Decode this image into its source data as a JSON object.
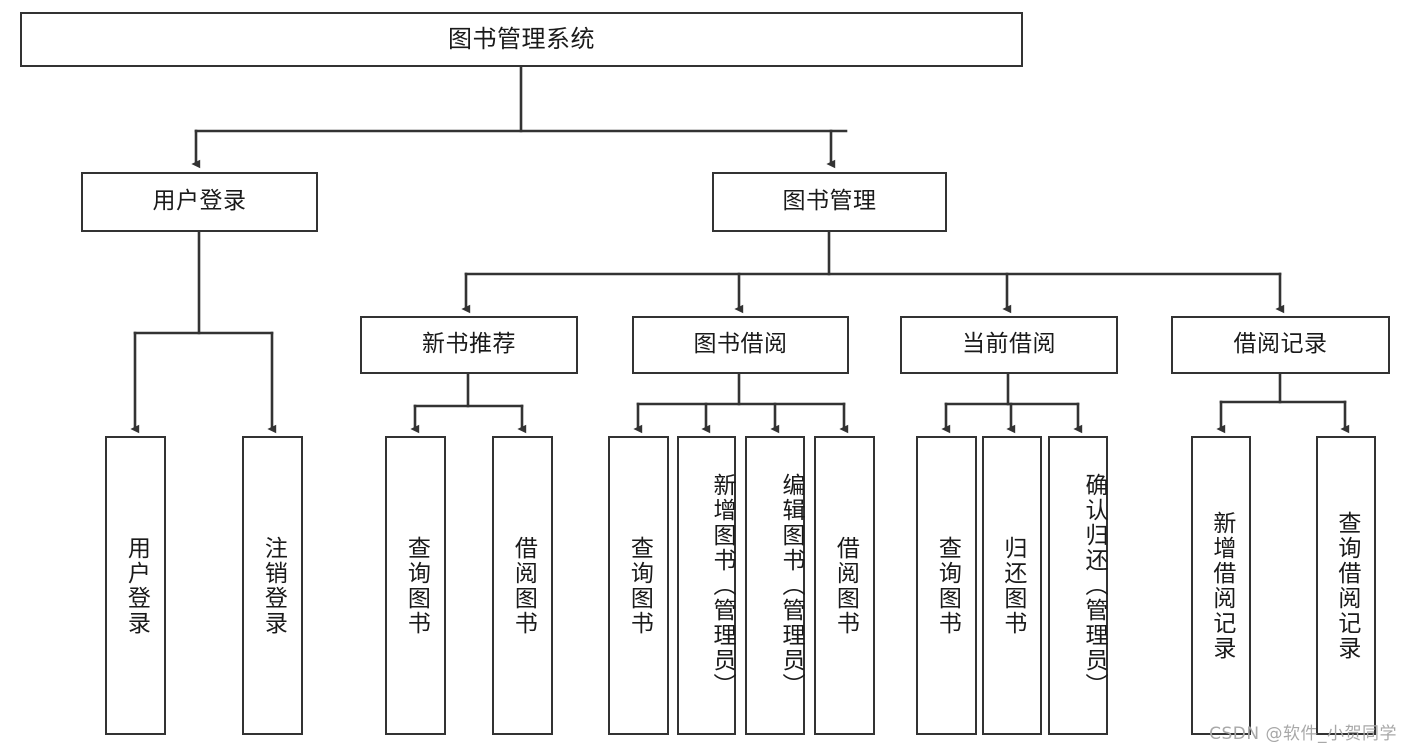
{
  "diagram": {
    "type": "tree-hierarchy-chart",
    "title": "图书管理系统",
    "orientation": "top-down",
    "edge_style": "orthogonal-with-arrowheads",
    "colors": {
      "background": "#ffffff",
      "node_fill": "#ffffff",
      "node_stroke": "#333333",
      "edge_stroke": "#333333",
      "text": "#1a1a1a",
      "watermark": "#a8a8a8"
    }
  },
  "nodes": {
    "root": {
      "id": "root",
      "label": "图书管理系统",
      "level": 0,
      "text_direction": "horizontal"
    },
    "level1": [
      {
        "id": "user-login",
        "label": "用户登录",
        "level": 1,
        "text_direction": "horizontal"
      },
      {
        "id": "book-management",
        "label": "图书管理",
        "level": 1,
        "text_direction": "horizontal"
      }
    ],
    "level2": [
      {
        "id": "new-book-recommend",
        "label": "新书推荐",
        "level": 2,
        "parent": "book-management",
        "text_direction": "horizontal"
      },
      {
        "id": "book-borrow",
        "label": "图书借阅",
        "level": 2,
        "parent": "book-management",
        "text_direction": "horizontal"
      },
      {
        "id": "current-borrow",
        "label": "当前借阅",
        "level": 2,
        "parent": "book-management",
        "text_direction": "horizontal"
      },
      {
        "id": "borrow-record",
        "label": "借阅记录",
        "level": 2,
        "parent": "book-management",
        "text_direction": "horizontal"
      }
    ],
    "leaves": [
      {
        "id": "leaf-user-login",
        "label": "用户登录",
        "parent": "user-login",
        "text_direction": "vertical"
      },
      {
        "id": "leaf-logout",
        "label": "注销登录",
        "parent": "user-login",
        "text_direction": "vertical"
      },
      {
        "id": "leaf-query-book-1",
        "label": "查询图书",
        "parent": "new-book-recommend",
        "text_direction": "vertical"
      },
      {
        "id": "leaf-borrow-book-1",
        "label": "借阅图书",
        "parent": "new-book-recommend",
        "text_direction": "vertical"
      },
      {
        "id": "leaf-query-book-2",
        "label": "查询图书",
        "parent": "book-borrow",
        "text_direction": "vertical"
      },
      {
        "id": "leaf-add-book",
        "label": "新增图书（管理员）",
        "parent": "book-borrow",
        "text_direction": "vertical"
      },
      {
        "id": "leaf-edit-book",
        "label": "编辑图书（管理员）",
        "parent": "book-borrow",
        "text_direction": "vertical"
      },
      {
        "id": "leaf-borrow-book-2",
        "label": "借阅图书",
        "parent": "book-borrow",
        "text_direction": "vertical"
      },
      {
        "id": "leaf-query-book-3",
        "label": "查询图书",
        "parent": "current-borrow",
        "text_direction": "vertical"
      },
      {
        "id": "leaf-return-book",
        "label": "归还图书",
        "parent": "current-borrow",
        "text_direction": "vertical"
      },
      {
        "id": "leaf-confirm-return",
        "label": "确认归还（管理员）",
        "parent": "current-borrow",
        "text_direction": "vertical"
      },
      {
        "id": "leaf-add-record",
        "label": "新增借阅记录",
        "parent": "borrow-record",
        "text_direction": "vertical"
      },
      {
        "id": "leaf-query-record",
        "label": "查询借阅记录",
        "parent": "borrow-record",
        "text_direction": "vertical"
      }
    ]
  },
  "watermark": {
    "text": "CSDN @软件_小贺同学"
  }
}
